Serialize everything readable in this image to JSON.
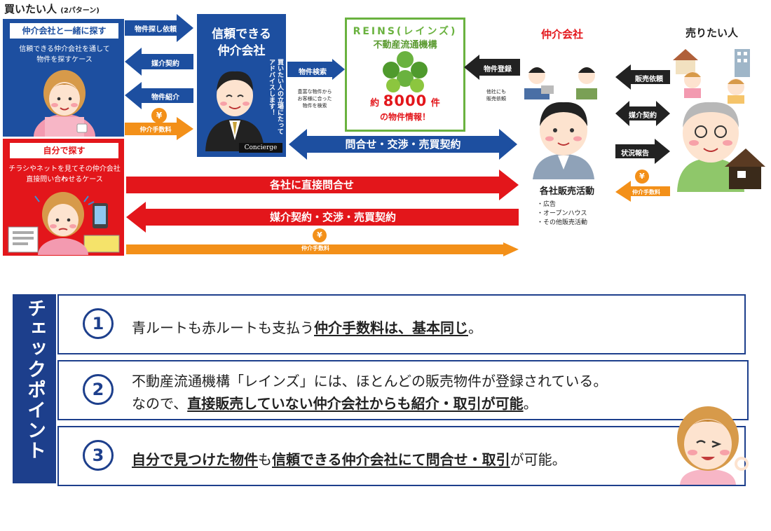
{
  "buyer": {
    "title": "買いたい人",
    "patterns": "(2パターン)",
    "with_agent": {
      "label": "仲介会社と一緒に探す",
      "desc_line1": "信頼できる仲介会社を通して",
      "desc_line2": "物件を探すケース"
    },
    "self": {
      "label": "自分で探す",
      "desc_line1": "チラシやネットを見てその仲介会社へ",
      "desc_line2": "直接問い合わせるケース"
    }
  },
  "arrows_top": {
    "search_request": "物件探し依頼",
    "agency_contract": "媒介契約",
    "introduction": "物件紹介",
    "fee": "仲介手数料",
    "yen": "¥"
  },
  "concierge": {
    "title_line1": "信頼できる",
    "title_line2": "仲介会社",
    "vertical_line1": "買いたい人の立場にたって",
    "vertical_line2": "アドバイスします！",
    "badge": "Concierge"
  },
  "property_search": {
    "label": "物件検索",
    "desc_line1": "豊富な物件から",
    "desc_line2": "お客様に合った",
    "desc_line3": "物件を検索"
  },
  "reins": {
    "title": "REINS(レインズ)",
    "subtitle": "不動産流通機構",
    "count_prefix": "約",
    "count": "8000",
    "count_suffix": "件",
    "info": "の物件情報！"
  },
  "listing": {
    "label": "物件登録",
    "desc_line1": "他社にも",
    "desc_line2": "販売依頼"
  },
  "center_flow": {
    "inquiry_negotiation": "問合せ・交渉・売買契約",
    "direct_inquiry": "各社に直接問合せ",
    "contract_negotiation": "媒介契約・交渉・売買契約",
    "fee": "仲介手数料",
    "yen": "¥"
  },
  "agency": {
    "title": "仲介会社",
    "sales_activity": "各社販売活動",
    "activities": [
      "・広告",
      "・オープンハウス",
      "・その他販売活動"
    ]
  },
  "seller": {
    "title": "売りたい人",
    "sales_request": "販売依頼",
    "agency_contract": "媒介契約",
    "status_report": "状況報告",
    "fee": "仲介手数料",
    "yen": "¥"
  },
  "checkpoint": {
    "title": "チェックポイント",
    "items": [
      {
        "num": "1",
        "a": "青ルートも赤ルートも支払う",
        "b": "仲介手数料は、基本同じ",
        "c": "。"
      },
      {
        "num": "2",
        "line1": "不動産流通機構「レインズ」には、ほとんどの販売物件が登録されている。",
        "a": "なので、",
        "b": "直接販売していない仲介会社からも紹介・取引が可能",
        "c": "。"
      },
      {
        "num": "3",
        "a": "自分で見つけた物件",
        "b": "も",
        "c": "信頼できる仲介会社にて問合せ・取引",
        "d": "が可能。"
      }
    ]
  },
  "colors": {
    "blue": "#1d4fa0",
    "red": "#e3161b",
    "orange": "#f39019",
    "green": "#6ab23f",
    "navy": "#1d3f8c"
  }
}
